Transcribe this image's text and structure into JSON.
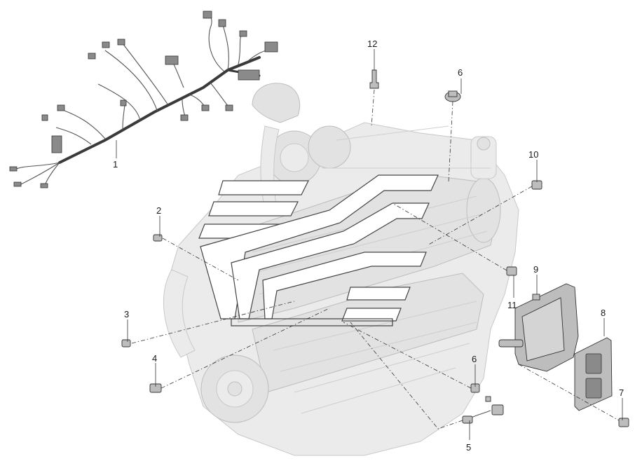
{
  "callouts": [
    {
      "id": "1",
      "label": "1"
    },
    {
      "id": "2",
      "label": "2"
    },
    {
      "id": "3",
      "label": "3"
    },
    {
      "id": "4",
      "label": "4"
    },
    {
      "id": "5",
      "label": "5"
    },
    {
      "id": "6a",
      "label": "6"
    },
    {
      "id": "6b",
      "label": "6"
    },
    {
      "id": "7",
      "label": "7"
    },
    {
      "id": "8",
      "label": "8"
    },
    {
      "id": "9",
      "label": "9"
    },
    {
      "id": "10",
      "label": "10"
    },
    {
      "id": "11",
      "label": "11"
    },
    {
      "id": "12",
      "label": "12"
    }
  ],
  "colors": {
    "line": "#333333",
    "engine_ghost": "#ebebeb",
    "part_fill": "#bdbdbd"
  },
  "icons": {
    "engine": "engine-ghost-illustration",
    "harness": "wiring-harness-icon",
    "ecu": "ecu-module-icon",
    "bracket": "ecu-bracket-icon",
    "sensor": "sensor-icon",
    "watermark": "manufacturer-logo-watermark"
  }
}
